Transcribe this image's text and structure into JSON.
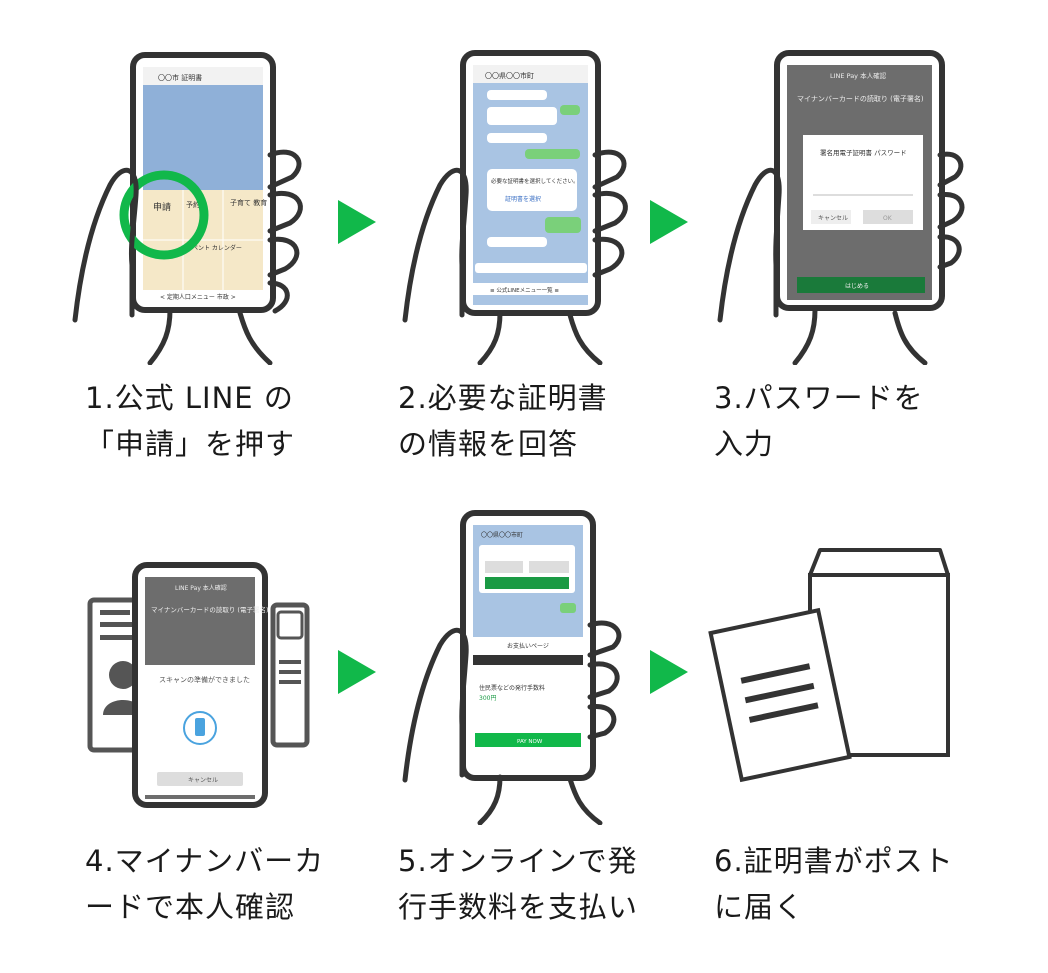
{
  "colors": {
    "accent": "#11b84a",
    "line": "#333333",
    "screen_blue": "#8fb0d8",
    "screen_dark": "#6d6d6d"
  },
  "steps": [
    {
      "line1": "1.公式 LINE の",
      "line2": "「申請」を押す"
    },
    {
      "line1": "2.必要な証明書",
      "line2": "の情報を回答"
    },
    {
      "line1": "3.パスワードを",
      "line2": "入力"
    },
    {
      "line1": "4.マイナンバーカ",
      "line2": "ードで本人確認"
    },
    {
      "line1": "5.オンラインで発",
      "line2": "行手数料を支払い"
    },
    {
      "line1": "6.証明書がポスト",
      "line2": "に届く"
    }
  ],
  "screens": {
    "s1": {
      "header": "〇〇市 証明書",
      "menu": [
        "申請",
        "予約",
        "子育て 教育",
        "イベント カレンダー"
      ],
      "footer": "< 定期人口メニュー 市政 >"
    },
    "s2": {
      "header": "〇〇県〇〇市町",
      "question": "必要な証明書を選択してください。",
      "button": "証明書を選択",
      "footer": "≡ 公式LINEメニュー一覧 ≡"
    },
    "s3": {
      "header": "LINE Pay 本人確認",
      "title": "マイナンバーカードの読取り (電子署名)",
      "dialog_title": "署名用電子証明書 パスワード",
      "cancel": "キャンセル",
      "ok": "OK",
      "start": "はじめる"
    },
    "s4": {
      "header": "LINE Pay 本人確認",
      "title": "マイナンバーカードの読取り (電子署名)",
      "scan_text": "スキャンの準備ができました",
      "cancel": "キャンセル"
    },
    "s5": {
      "header": "〇〇県〇〇市町",
      "page_title": "お支払いページ",
      "item": "住民票などの発行手数料",
      "price": "300円",
      "paynow": "PAY NOW"
    }
  }
}
